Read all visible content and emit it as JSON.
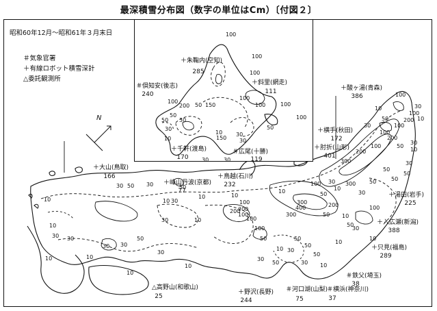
{
  "title": "最深積雪分布図（数字の単位はCm）〔付図２〕",
  "period": "昭和60年12月～昭和61年３月末日",
  "legend": [
    "＃気象官署",
    "＋有線ロボット積雪深計",
    "△委託観測所"
  ],
  "compass": "N",
  "stations": [
    {
      "name": "＋朱鞠内(空知)",
      "value": "285"
    },
    {
      "name": "＃倶知安(後志)",
      "value": "240"
    },
    {
      "name": "＋斜里(網走)",
      "value": "111"
    },
    {
      "name": "＋千軒(渡島)",
      "value": "170"
    },
    {
      "name": "＃広尾(十勝)",
      "value": "119"
    },
    {
      "name": "＋酸ヶ湯(青森)",
      "value": "386"
    },
    {
      "name": "＋横手(秋田)",
      "value": "172"
    },
    {
      "name": "＋肘折(山形)",
      "value": "401"
    },
    {
      "name": "＋湯田(岩手)",
      "value": "225"
    },
    {
      "name": "＋大山(鳥取)",
      "value": "166"
    },
    {
      "name": "＋峰山丹波(京都)",
      "value": "77"
    },
    {
      "name": "＋鳥越(石川)",
      "value": "232"
    },
    {
      "name": "＋入広瀬(新潟)",
      "value": "388"
    },
    {
      "name": "＋只見(福島)",
      "value": "289"
    },
    {
      "name": "＃鉄父(埼玉)",
      "value": "38"
    },
    {
      "name": "△高野山(和歌山)",
      "value": "25"
    },
    {
      "name": "＋野沢(長野)",
      "value": "244"
    },
    {
      "name": "＃河口湖(山梨)",
      "value": "75"
    },
    {
      "name": "＃横浜(神奈川)",
      "value": "37"
    }
  ],
  "contours": {
    "hokkaido": [
      "100",
      "100",
      "100",
      "200",
      "50",
      "50",
      "100",
      "150",
      "100",
      "100",
      "150",
      "30",
      "30",
      "30",
      "30",
      "30",
      "10",
      "10",
      "100",
      "50",
      "30",
      "50",
      "100"
    ],
    "honshu": [
      "100",
      "10",
      "30",
      "10",
      "50",
      "30",
      "10",
      "30",
      "10",
      "10",
      "30",
      "50",
      "10",
      "100",
      "10",
      "100",
      "200",
      "100",
      "50",
      "30",
      "10",
      "30",
      "50",
      "100",
      "200",
      "300",
      "400",
      "300",
      "200",
      "100",
      "50",
      "50",
      "30",
      "10",
      "50",
      "100",
      "200",
      "100",
      "30",
      "10",
      "50",
      "30",
      "10",
      "100",
      "200",
      "50",
      "30",
      "10",
      "50",
      "10",
      "30",
      "30",
      "10",
      "100",
      "200",
      "300",
      "30",
      "10",
      "30",
      "50",
      "10",
      "30",
      "50",
      "10",
      "100",
      "50",
      "50",
      "30",
      "10",
      "10",
      "50",
      "30",
      "30",
      "10",
      "50",
      "300",
      "50",
      "30"
    ]
  }
}
